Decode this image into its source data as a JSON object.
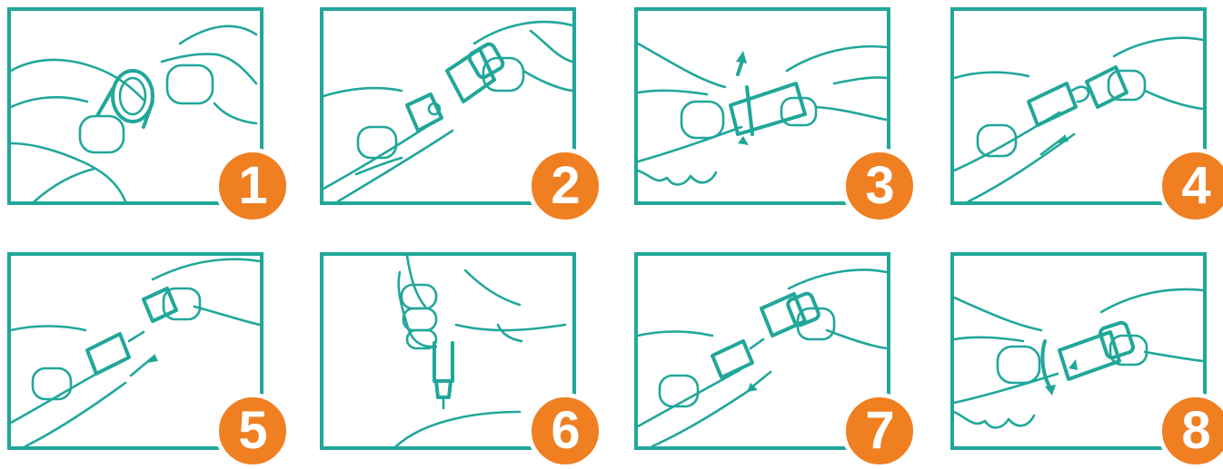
{
  "colors": {
    "outline": "#21a79a",
    "badge": "#f07f22",
    "badge_text": "#ffffff"
  },
  "steps": [
    {
      "number": "1",
      "illustration": "hands-twisting-cap-icon"
    },
    {
      "number": "2",
      "illustration": "pen-cap-removed-icon"
    },
    {
      "number": "3",
      "illustration": "rotate-lancet-icon"
    },
    {
      "number": "4",
      "illustration": "insert-lancet-icon"
    },
    {
      "number": "5",
      "illustration": "push-cap-on-icon"
    },
    {
      "number": "6",
      "illustration": "pen-against-finger-icon"
    },
    {
      "number": "7",
      "illustration": "pull-cap-off-icon"
    },
    {
      "number": "8",
      "illustration": "twist-cap-back-icon"
    }
  ]
}
